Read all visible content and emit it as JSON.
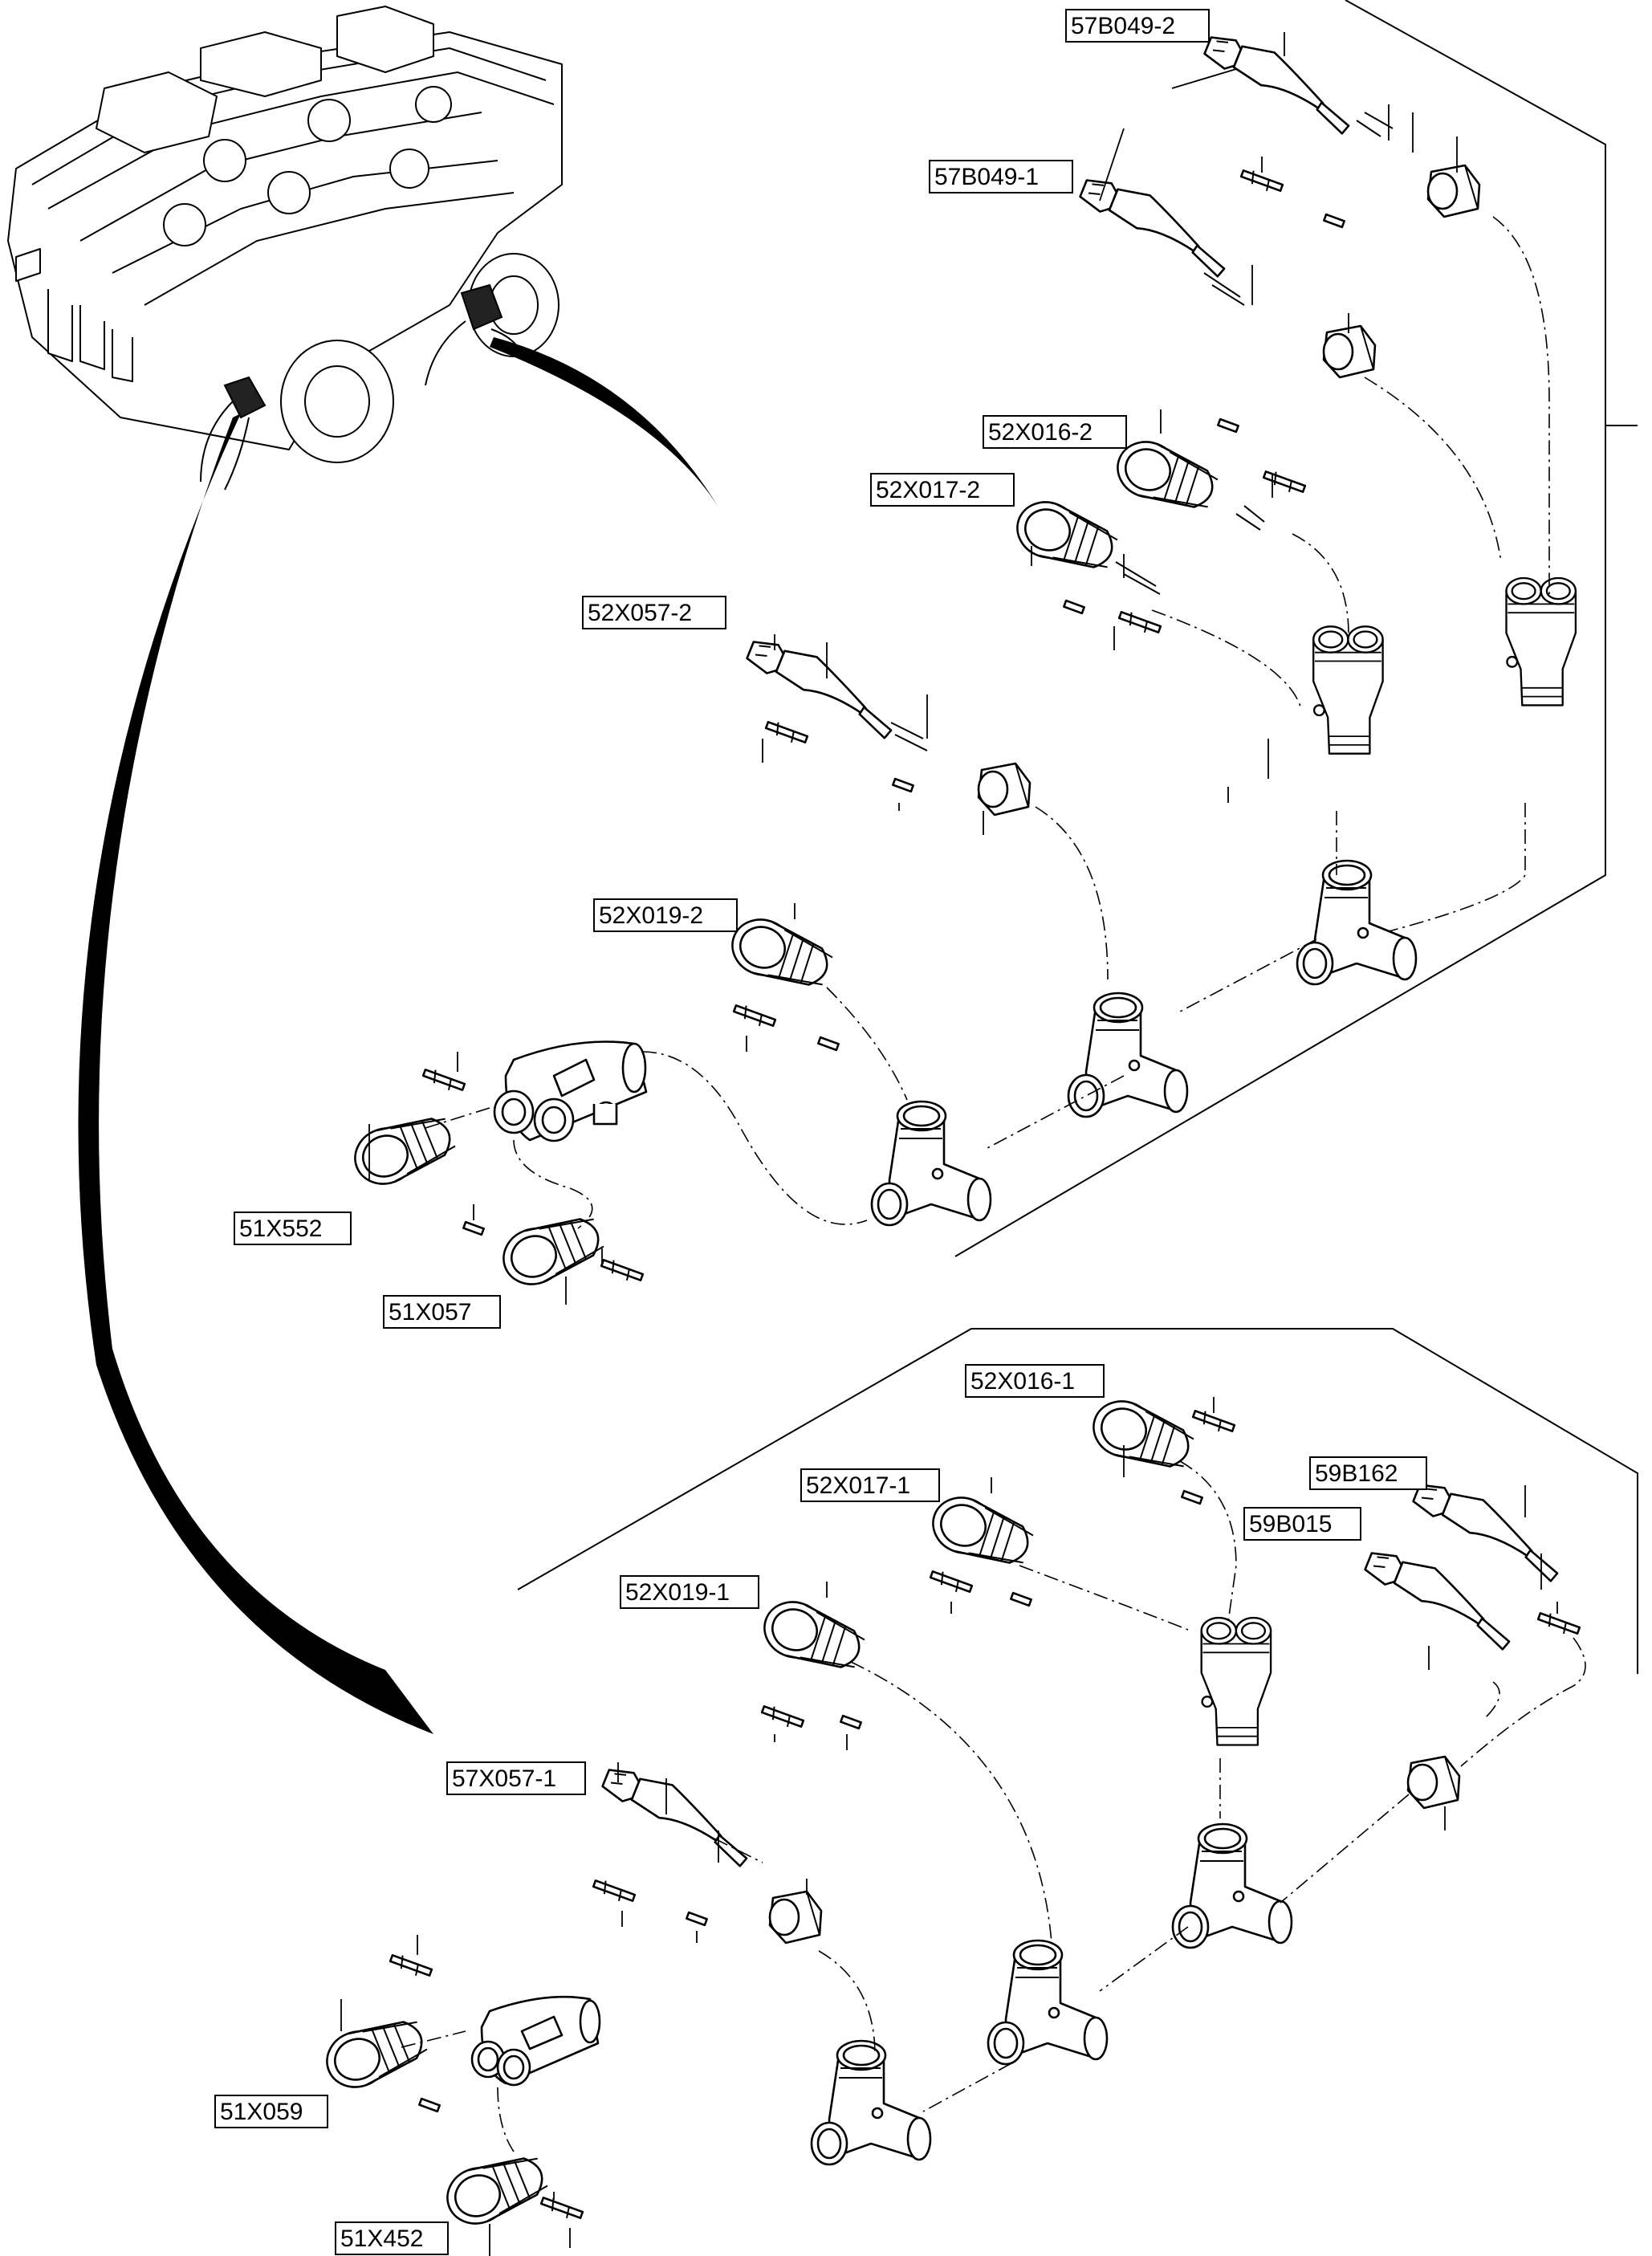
{
  "labels": {
    "l57B049_2": "57B049-2",
    "l57B049_1": "57B049-1",
    "l52X016_2": "52X016-2",
    "l52X017_2": "52X017-2",
    "l52X057_2": "52X057-2",
    "l52X019_2": "52X019-2",
    "l51X552": "51X552",
    "l51X057": "51X057",
    "l52X016_1": "52X016-1",
    "l59B162": "59B162",
    "l52X017_1": "52X017-1",
    "l59B015": "59B015",
    "l52X019_1": "52X019-1",
    "l57X057_1": "57X057-1",
    "l51X059": "51X059",
    "l51X452": "51X452"
  }
}
